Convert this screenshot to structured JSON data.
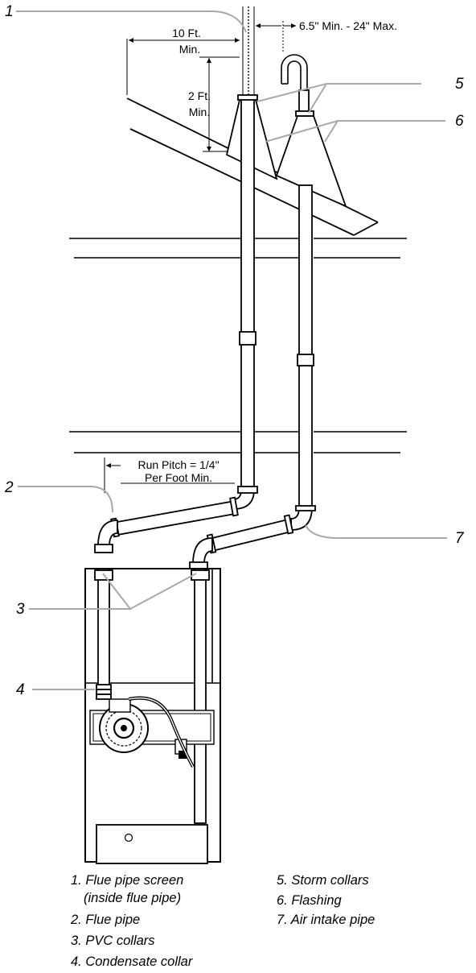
{
  "callouts": {
    "c1": "1",
    "c2": "2",
    "c3": "3",
    "c4": "4",
    "c5": "5",
    "c6": "6",
    "c7": "7"
  },
  "dimensions": {
    "horizontal_top_line1": "10 Ft.",
    "horizontal_top_line2": "Min.",
    "vertical_line1": "2 Ft.",
    "vertical_line2": "Min.",
    "spacing": "6.5\" Min. - 24\" Max.",
    "pitch_line1": "Run Pitch = 1/4\"",
    "pitch_line2": "Per Foot Min."
  },
  "legend": {
    "item1_line1": "1. Flue pipe screen",
    "item1_line2": "(inside flue pipe)",
    "item2": "2. Flue pipe",
    "item3": "3. PVC collars",
    "item4": "4. Condensate collar",
    "item5": "5. Storm collars",
    "item6": "6. Flashing",
    "item7": "7. Air intake pipe"
  }
}
